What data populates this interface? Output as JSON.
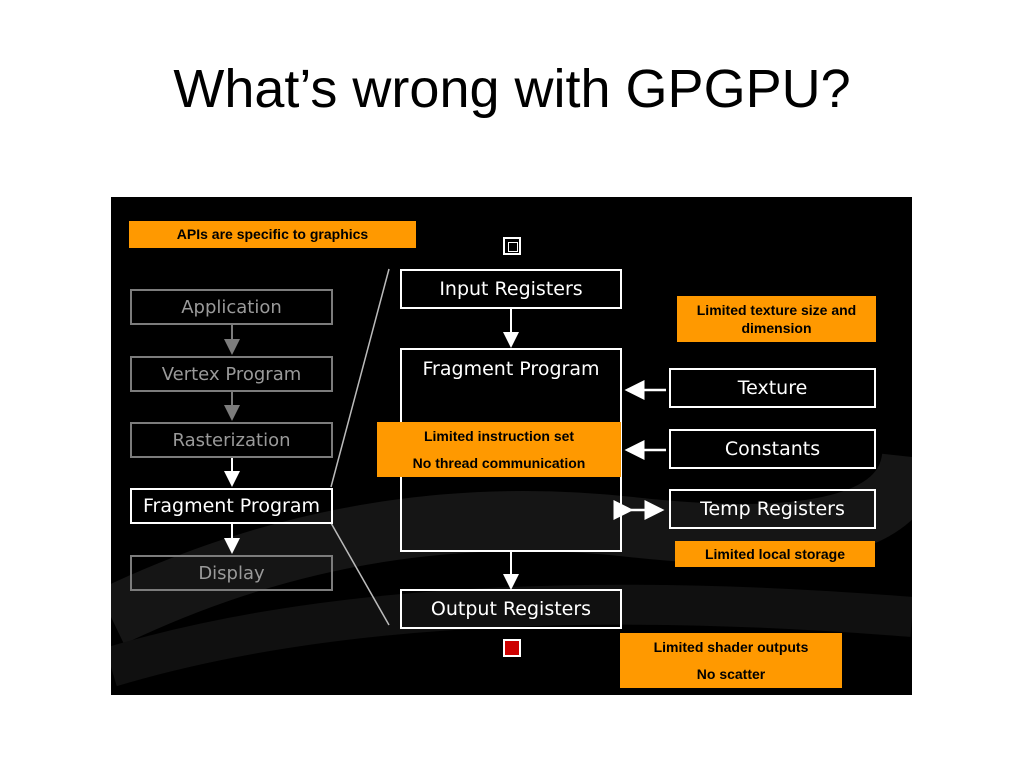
{
  "slide": {
    "title": "What’s wrong with GPGPU?"
  },
  "pipeline": {
    "stages": [
      "Application",
      "Vertex Program",
      "Rasterization",
      "Fragment Program",
      "Display"
    ]
  },
  "detail": {
    "input_registers": "Input Registers",
    "fragment_program": "Fragment Program",
    "output_registers": "Output Registers",
    "texture": "Texture",
    "constants": "Constants",
    "temp_registers": "Temp Registers"
  },
  "notes": {
    "apis": "APIs are specific to graphics",
    "texture_limit": "Limited texture size and dimension",
    "instruction_set": "Limited instruction set",
    "thread_comm": "No thread communication",
    "local_storage": "Limited local storage",
    "shader_outputs": "Limited shader outputs",
    "scatter": "No scatter"
  },
  "colors": {
    "note_orange": "#ff9900",
    "panel_black": "#000000",
    "inactive_gray": "#7c7c7c",
    "active_white": "#ffffff",
    "output_marker_red": "#cc0000"
  }
}
